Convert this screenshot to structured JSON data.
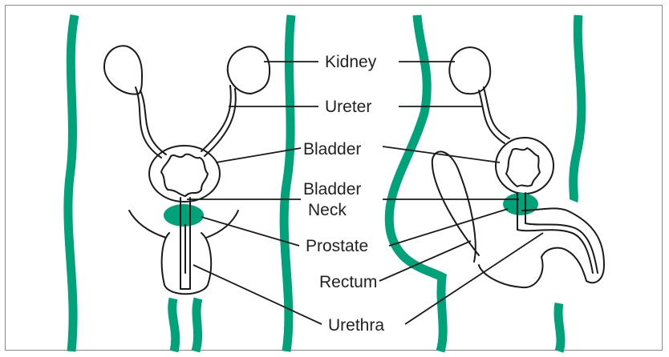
{
  "colors": {
    "accent": "#00A27A",
    "line": "#1A1A1A",
    "label": "#222222",
    "border": "#888888"
  },
  "labels": {
    "kidney": "Kidney",
    "ureter": "Ureter",
    "bladder": "Bladder",
    "bladder_neck_line1": "Bladder",
    "bladder_neck_line2": "Neck",
    "prostate": "Prostate",
    "rectum": "Rectum",
    "urethra": "Urethra"
  }
}
